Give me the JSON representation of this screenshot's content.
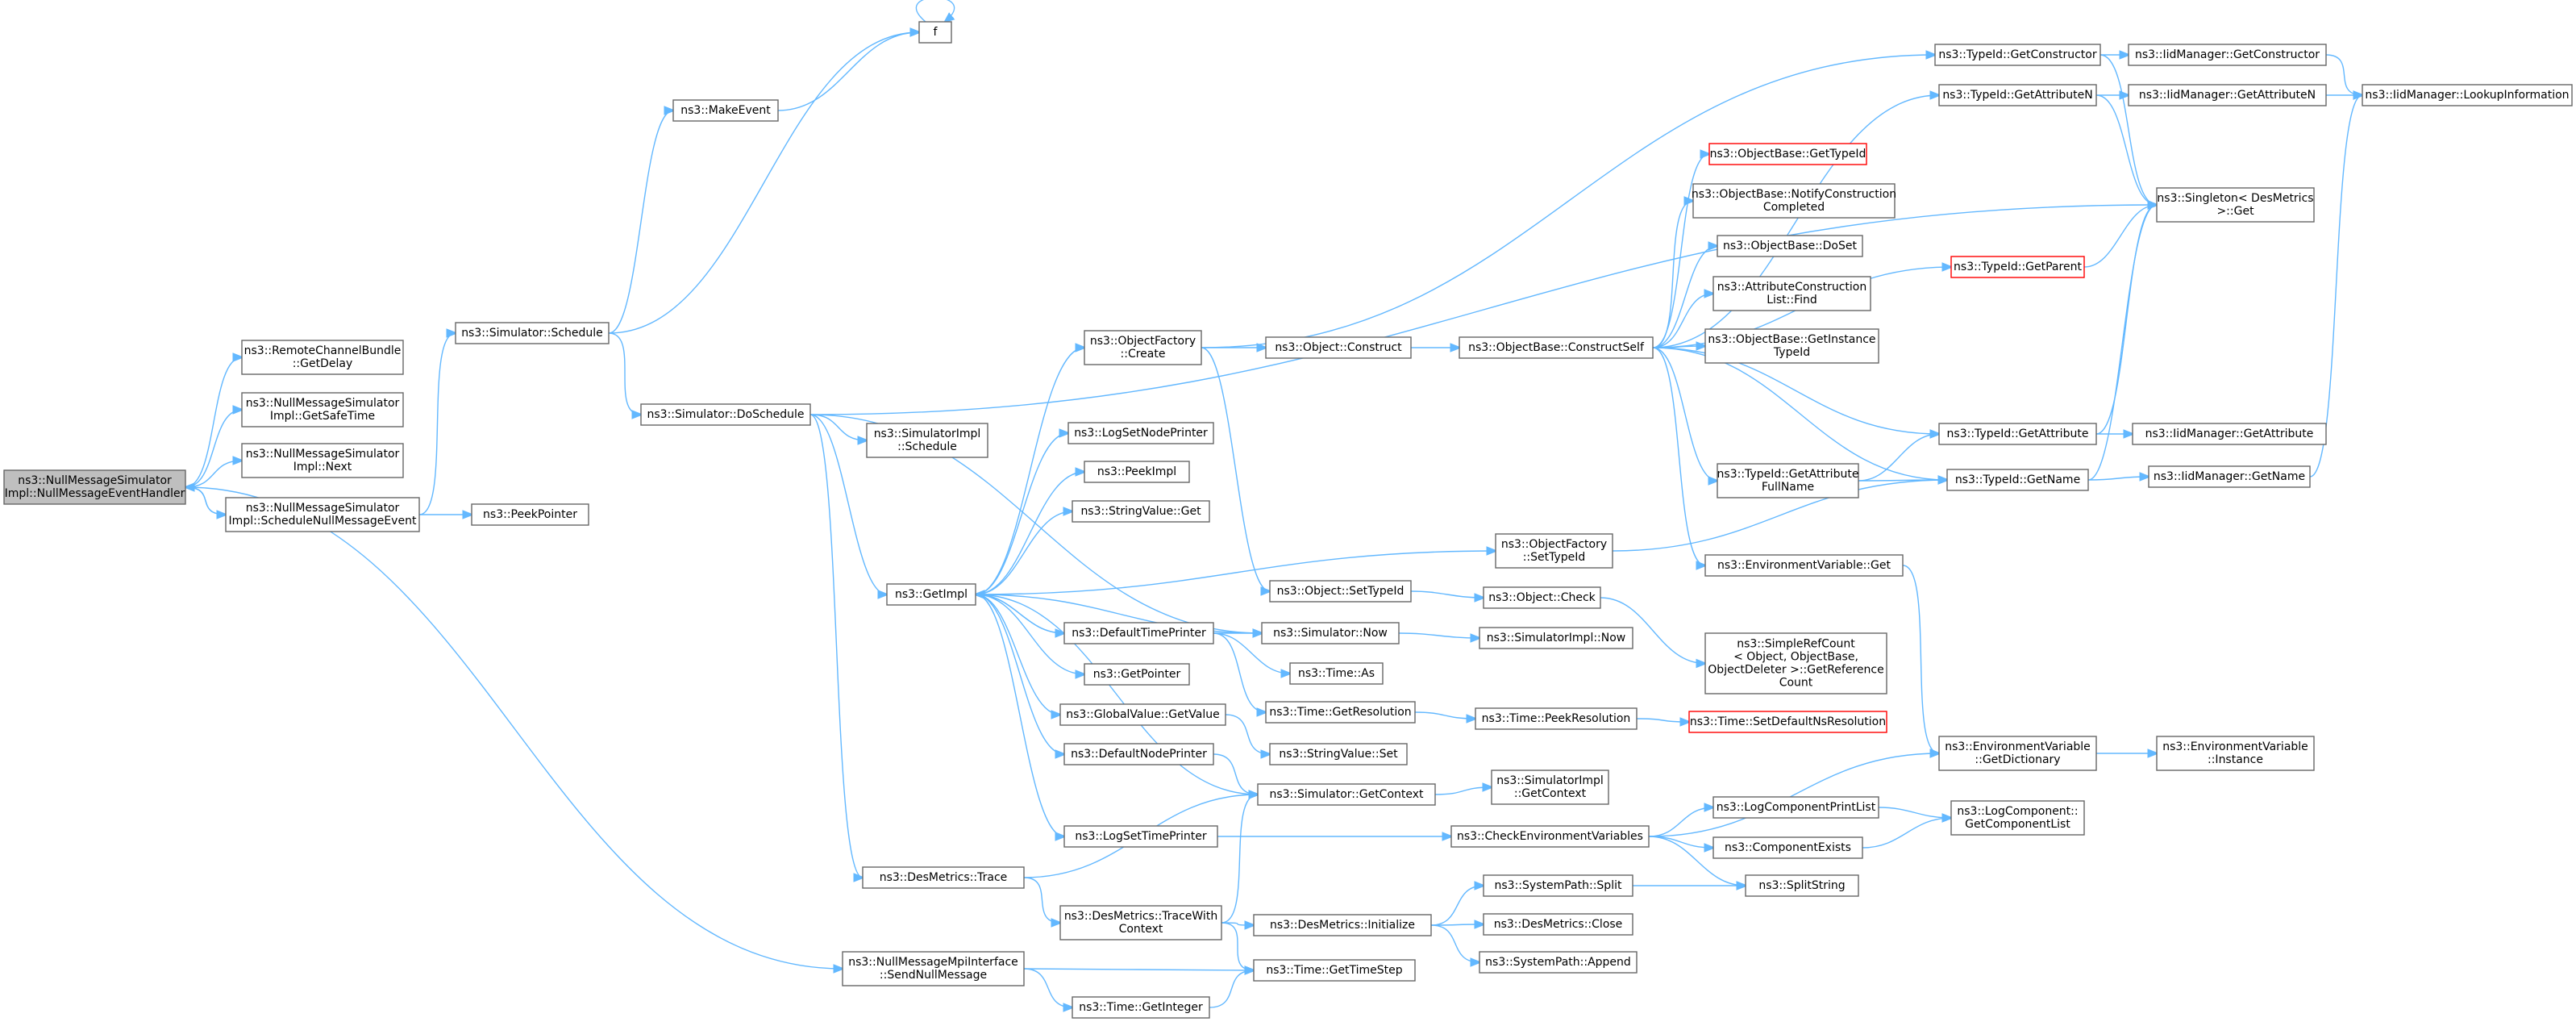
{
  "colors": {
    "edge": "#63b8ff",
    "node_border": "#666666",
    "root_fill": "#bfbfbf",
    "highlight_border": "#ff0000"
  },
  "nodes": [
    {
      "id": "root",
      "lines": [
        "ns3::NullMessageSimulator",
        "Impl::NullMessageEventHandler"
      ],
      "style": "root"
    },
    {
      "id": "rcb_getdelay",
      "lines": [
        "ns3::RemoteChannelBundle",
        "::GetDelay"
      ]
    },
    {
      "id": "nms_getsafetime",
      "lines": [
        "ns3::NullMessageSimulator",
        "Impl::GetSafeTime"
      ]
    },
    {
      "id": "nms_next",
      "lines": [
        "ns3::NullMessageSimulator",
        "Impl::Next"
      ]
    },
    {
      "id": "nms_schednull",
      "lines": [
        "ns3::NullMessageSimulator",
        "Impl::ScheduleNullMessageEvent"
      ]
    },
    {
      "id": "peekpointer",
      "lines": [
        "ns3::PeekPointer"
      ]
    },
    {
      "id": "sim_schedule",
      "lines": [
        "ns3::Simulator::Schedule"
      ]
    },
    {
      "id": "makeevent",
      "lines": [
        "ns3::MakeEvent"
      ]
    },
    {
      "id": "f",
      "lines": [
        "f"
      ]
    },
    {
      "id": "sim_doschedule",
      "lines": [
        "ns3::Simulator::DoSchedule"
      ]
    },
    {
      "id": "simimpl_schedule",
      "lines": [
        "ns3::SimulatorImpl",
        "::Schedule"
      ]
    },
    {
      "id": "getimpl",
      "lines": [
        "ns3::GetImpl"
      ]
    },
    {
      "id": "desmetrics_trace",
      "lines": [
        "ns3::DesMetrics::Trace"
      ]
    },
    {
      "id": "nmmpi_send",
      "lines": [
        "ns3::NullMessageMpiInterface",
        "::SendNullMessage"
      ]
    },
    {
      "id": "objfactory_create",
      "lines": [
        "ns3::ObjectFactory",
        "::Create"
      ]
    },
    {
      "id": "logsetnodeprinter",
      "lines": [
        "ns3::LogSetNodePrinter"
      ]
    },
    {
      "id": "peekimpl",
      "lines": [
        "ns3::PeekImpl"
      ]
    },
    {
      "id": "stringvalue_get",
      "lines": [
        "ns3::StringValue::Get"
      ]
    },
    {
      "id": "defaulttimeprinter",
      "lines": [
        "ns3::DefaultTimePrinter"
      ]
    },
    {
      "id": "getpointer",
      "lines": [
        "ns3::GetPointer"
      ]
    },
    {
      "id": "globalvalue_getvalue",
      "lines": [
        "ns3::GlobalValue::GetValue"
      ]
    },
    {
      "id": "defaultnodeprinter",
      "lines": [
        "ns3::DefaultNodePrinter"
      ]
    },
    {
      "id": "logsettimeprinter",
      "lines": [
        "ns3::LogSetTimePrinter"
      ]
    },
    {
      "id": "dm_tracewithcontext",
      "lines": [
        "ns3::DesMetrics::TraceWith",
        "Context"
      ]
    },
    {
      "id": "time_getinteger",
      "lines": [
        "ns3::Time::GetInteger"
      ]
    },
    {
      "id": "object_construct",
      "lines": [
        "ns3::Object::Construct"
      ]
    },
    {
      "id": "object_settypeid",
      "lines": [
        "ns3::Object::SetTypeId"
      ]
    },
    {
      "id": "sim_now",
      "lines": [
        "ns3::Simulator::Now"
      ]
    },
    {
      "id": "time_as",
      "lines": [
        "ns3::Time::As"
      ]
    },
    {
      "id": "time_getresolution",
      "lines": [
        "ns3::Time::GetResolution"
      ]
    },
    {
      "id": "stringvalue_set",
      "lines": [
        "ns3::StringValue::Set"
      ]
    },
    {
      "id": "sim_getcontext",
      "lines": [
        "ns3::Simulator::GetContext"
      ]
    },
    {
      "id": "dm_initialize",
      "lines": [
        "ns3::DesMetrics::Initialize"
      ]
    },
    {
      "id": "time_gettimestep",
      "lines": [
        "ns3::Time::GetTimeStep"
      ]
    },
    {
      "id": "objbase_constructself",
      "lines": [
        "ns3::ObjectBase::ConstructSelf"
      ]
    },
    {
      "id": "objfactory_settypeid",
      "lines": [
        "ns3::ObjectFactory",
        "::SetTypeId"
      ]
    },
    {
      "id": "object_check",
      "lines": [
        "ns3::Object::Check"
      ]
    },
    {
      "id": "simimpl_now",
      "lines": [
        "ns3::SimulatorImpl::Now"
      ]
    },
    {
      "id": "time_peekresolution",
      "lines": [
        "ns3::Time::PeekResolution"
      ]
    },
    {
      "id": "simimpl_getcontext",
      "lines": [
        "ns3::SimulatorImpl",
        "::GetContext"
      ]
    },
    {
      "id": "checkenvvars",
      "lines": [
        "ns3::CheckEnvironmentVariables"
      ]
    },
    {
      "id": "systempath_split",
      "lines": [
        "ns3::SystemPath::Split"
      ]
    },
    {
      "id": "dm_close",
      "lines": [
        "ns3::DesMetrics::Close"
      ]
    },
    {
      "id": "systempath_append",
      "lines": [
        "ns3::SystemPath::Append"
      ]
    },
    {
      "id": "objbase_gettypeid",
      "lines": [
        "ns3::ObjectBase::GetTypeId"
      ],
      "style": "red"
    },
    {
      "id": "objbase_notify",
      "lines": [
        "ns3::ObjectBase::NotifyConstruction",
        "Completed"
      ]
    },
    {
      "id": "objbase_doset",
      "lines": [
        "ns3::ObjectBase::DoSet"
      ]
    },
    {
      "id": "attrconstructionlist_find",
      "lines": [
        "ns3::AttributeConstruction",
        "List::Find"
      ]
    },
    {
      "id": "objbase_getinstancetypeid",
      "lines": [
        "ns3::ObjectBase::GetInstance",
        "TypeId"
      ]
    },
    {
      "id": "typeid_getattributefullname",
      "lines": [
        "ns3::TypeId::GetAttribute",
        "FullName"
      ]
    },
    {
      "id": "envvar_get",
      "lines": [
        "ns3::EnvironmentVariable::Get"
      ]
    },
    {
      "id": "simplerefcount",
      "lines": [
        "ns3::SimpleRefCount",
        "< Object, ObjectBase,",
        "ObjectDeleter >::GetReference",
        "Count"
      ]
    },
    {
      "id": "time_setdefaultnsres",
      "lines": [
        "ns3::Time::SetDefaultNsResolution"
      ],
      "style": "red"
    },
    {
      "id": "logcomponentprintlist",
      "lines": [
        "ns3::LogComponentPrintList"
      ]
    },
    {
      "id": "componentexists",
      "lines": [
        "ns3::ComponentExists"
      ]
    },
    {
      "id": "splitstring",
      "lines": [
        "ns3::SplitString"
      ]
    },
    {
      "id": "typeid_getconstructor",
      "lines": [
        "ns3::TypeId::GetConstructor"
      ]
    },
    {
      "id": "typeid_getattributen",
      "lines": [
        "ns3::TypeId::GetAttributeN"
      ]
    },
    {
      "id": "typeid_getparent",
      "lines": [
        "ns3::TypeId::GetParent"
      ],
      "style": "red"
    },
    {
      "id": "typeid_getattribute",
      "lines": [
        "ns3::TypeId::GetAttribute"
      ]
    },
    {
      "id": "typeid_getname",
      "lines": [
        "ns3::TypeId::GetName"
      ]
    },
    {
      "id": "envvar_getdictionary",
      "lines": [
        "ns3::EnvironmentVariable",
        "::GetDictionary"
      ]
    },
    {
      "id": "logcomponent_getcomponentlist",
      "lines": [
        "ns3::LogComponent::",
        "GetComponentList"
      ]
    },
    {
      "id": "iid_getconstructor",
      "lines": [
        "ns3::IidManager::GetConstructor"
      ]
    },
    {
      "id": "iid_getattributen",
      "lines": [
        "ns3::IidManager::GetAttributeN"
      ]
    },
    {
      "id": "singleton_get",
      "lines": [
        "ns3::Singleton< DesMetrics",
        ">::Get"
      ]
    },
    {
      "id": "iid_getattribute",
      "lines": [
        "ns3::IidManager::GetAttribute"
      ]
    },
    {
      "id": "iid_getname",
      "lines": [
        "ns3::IidManager::GetName"
      ]
    },
    {
      "id": "envvar_instance",
      "lines": [
        "ns3::EnvironmentVariable",
        "::Instance"
      ]
    },
    {
      "id": "iid_lookupinformation",
      "lines": [
        "ns3::IidManager::LookupInformation"
      ]
    }
  ]
}
